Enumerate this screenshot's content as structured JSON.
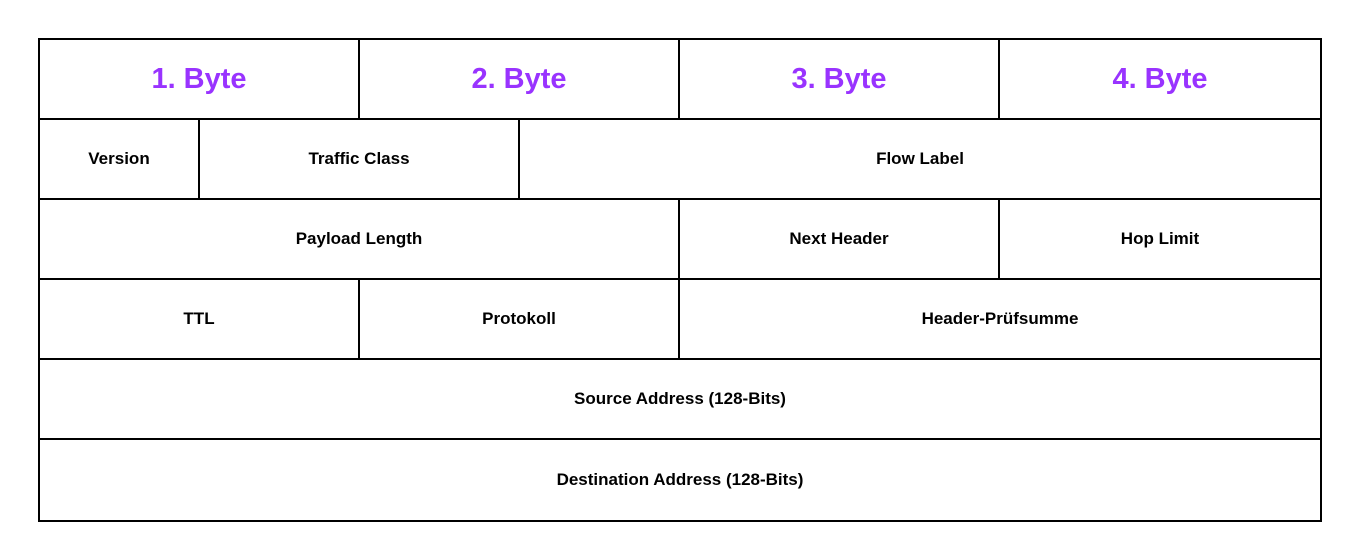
{
  "diagram": {
    "kind": "packet-header-byte-layout",
    "colors": {
      "byte_header_text": "#9933FF",
      "field_text": "#000000",
      "border": "#000000",
      "background": "#FFFFFF"
    },
    "byte_headers": [
      {
        "label": "1. Byte",
        "bits": 8
      },
      {
        "label": "2. Byte",
        "bits": 8
      },
      {
        "label": "3. Byte",
        "bits": 8
      },
      {
        "label": "4. Byte",
        "bits": 8
      }
    ],
    "rows": [
      {
        "cells": [
          {
            "label": "Version",
            "bits": 4
          },
          {
            "label": "Traffic Class",
            "bits": 8
          },
          {
            "label": "Flow Label",
            "bits": 20
          }
        ]
      },
      {
        "cells": [
          {
            "label": "Payload Length",
            "bits": 16
          },
          {
            "label": "Next Header",
            "bits": 8
          },
          {
            "label": "Hop Limit",
            "bits": 8
          }
        ]
      },
      {
        "cells": [
          {
            "label": "TTL",
            "bits": 8
          },
          {
            "label": "Protokoll",
            "bits": 8
          },
          {
            "label": "Header-Prüfsumme",
            "bits": 16
          }
        ]
      },
      {
        "cells": [
          {
            "label": "Source Address (128-Bits)",
            "bits": 32
          }
        ]
      },
      {
        "cells": [
          {
            "label": "Destination Address (128-Bits)",
            "bits": 32
          }
        ]
      }
    ]
  }
}
